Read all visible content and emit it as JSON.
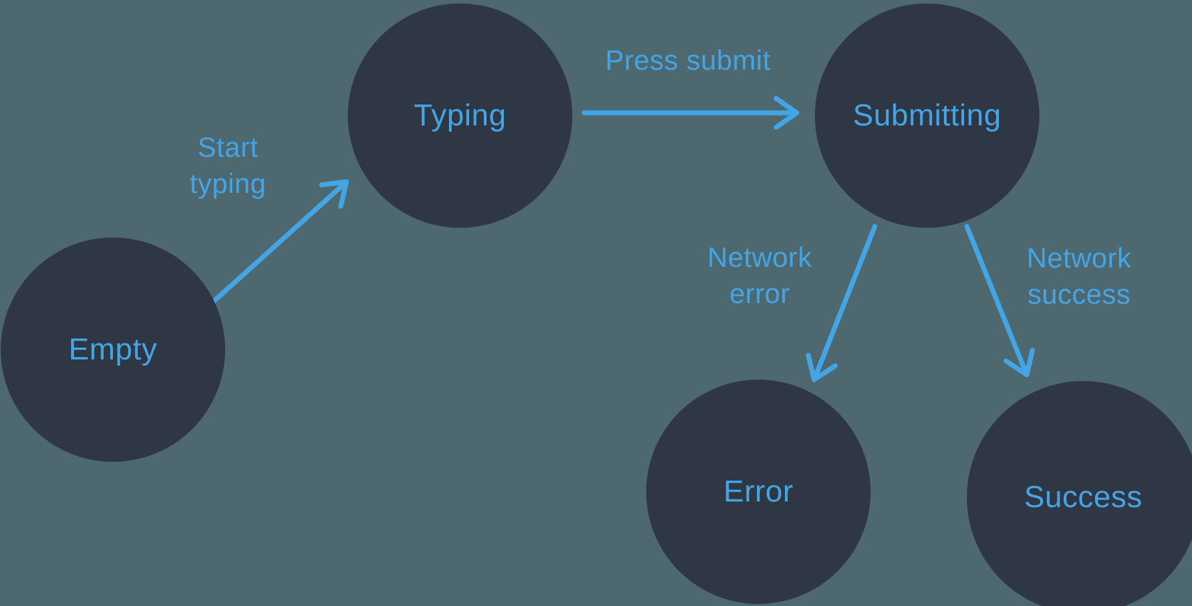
{
  "diagram": {
    "kind": "state-machine",
    "states": [
      {
        "id": "empty",
        "label": "Empty"
      },
      {
        "id": "typing",
        "label": "Typing"
      },
      {
        "id": "submitting",
        "label": "Submitting"
      },
      {
        "id": "error",
        "label": "Error"
      },
      {
        "id": "success",
        "label": "Success"
      }
    ],
    "transitions": [
      {
        "from": "empty",
        "to": "typing",
        "label": "Start typing",
        "lines": [
          "Start",
          "typing"
        ]
      },
      {
        "from": "typing",
        "to": "submitting",
        "label": "Press submit",
        "lines": [
          "Press submit"
        ]
      },
      {
        "from": "submitting",
        "to": "error",
        "label": "Network error",
        "lines": [
          "Network",
          "error"
        ]
      },
      {
        "from": "submitting",
        "to": "success",
        "label": "Network success",
        "lines": [
          "Network",
          "success"
        ]
      }
    ],
    "colors": {
      "background": "#4E6870",
      "node_fill": "#2F3744",
      "accent_blue": "#44A5E6"
    }
  }
}
